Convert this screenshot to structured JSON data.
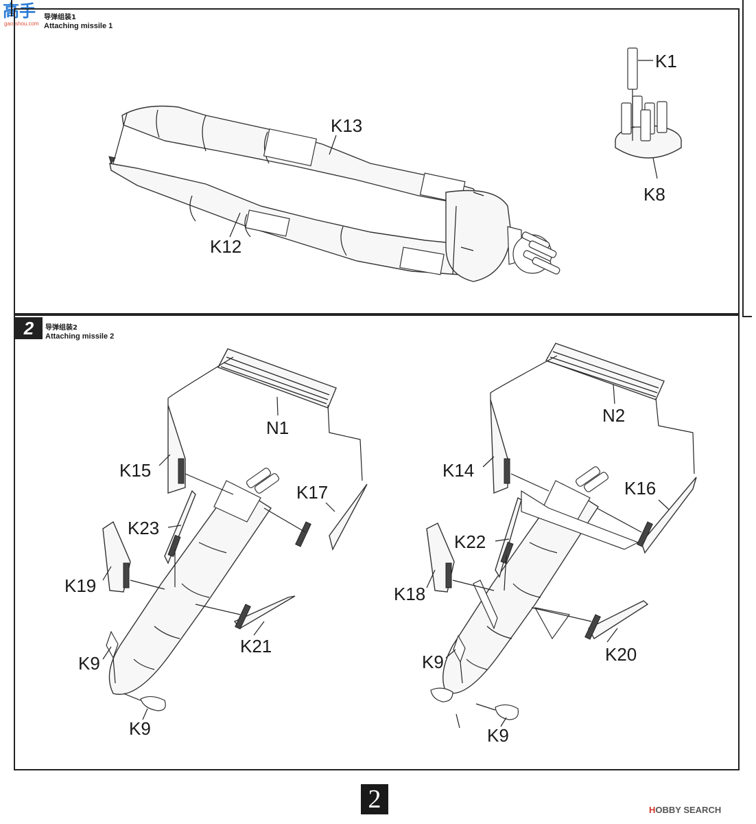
{
  "watermark": {
    "logo_text": "高手",
    "sub_text": "gao-shou.com"
  },
  "step1": {
    "title_cn": "导弹组装1",
    "title_en": "Attaching missile 1"
  },
  "step2": {
    "number": "2",
    "title_cn": "导弹组装2",
    "title_en": "Attaching missile 2"
  },
  "labels": {
    "k1": "K1",
    "k8": "K8",
    "k12": "K12",
    "k13": "K13",
    "n1": "N1",
    "n2": "N2",
    "k14": "K14",
    "k15": "K15",
    "k16": "K16",
    "k17": "K17",
    "k18": "K18",
    "k19": "K19",
    "k20": "K20",
    "k21": "K21",
    "k22": "K22",
    "k23": "K23",
    "k9a": "K9",
    "k9b": "K9",
    "k9c": "K9",
    "k9d": "K9"
  },
  "page_number": "2",
  "site_mark": {
    "prefix": "H",
    "brand": "OBBY SEARCH"
  },
  "colors": {
    "ink": "#1a1a1a",
    "watermark_blue": "#2a7bd6",
    "watermark_red": "#e0503a"
  }
}
